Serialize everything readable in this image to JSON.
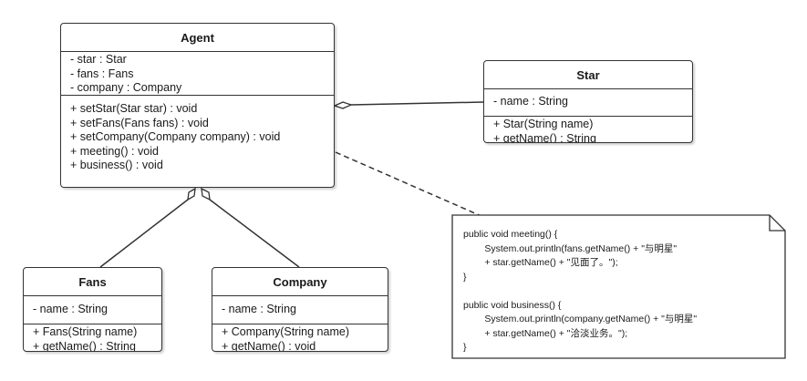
{
  "classes": {
    "agent": {
      "name": "Agent",
      "attributes": [
        "- star : Star",
        "- fans : Fans",
        "- company : Company"
      ],
      "methods": [
        "+ setStar(Star star) : void",
        "+ setFans(Fans fans) : void",
        "+ setCompany(Company company) : void",
        "+ meeting() : void",
        "+ business() : void"
      ]
    },
    "star": {
      "name": "Star",
      "attributes": [
        "- name : String"
      ],
      "methods": [
        "+ Star(String name)",
        "+ getName() : String"
      ]
    },
    "fans": {
      "name": "Fans",
      "attributes": [
        "- name : String"
      ],
      "methods": [
        "+ Fans(String name)",
        "+ getName() : String"
      ]
    },
    "company": {
      "name": "Company",
      "attributes": [
        "- name : String"
      ],
      "methods": [
        "+ Company(String name)",
        "+ getName() : void"
      ]
    }
  },
  "note": {
    "lines": [
      "public void meeting() {",
      "        System.out.println(fans.getName() + \"与明星\"",
      "        + star.getName() + \"见面了。\");",
      "}",
      "",
      "public void business() {",
      "        System.out.println(company.getName() + \"与明星\"",
      "        + star.getName() + \"洽淡业务。\");",
      "}"
    ]
  },
  "colors": {
    "line": "#333333",
    "box_fill": "#ffffff"
  }
}
